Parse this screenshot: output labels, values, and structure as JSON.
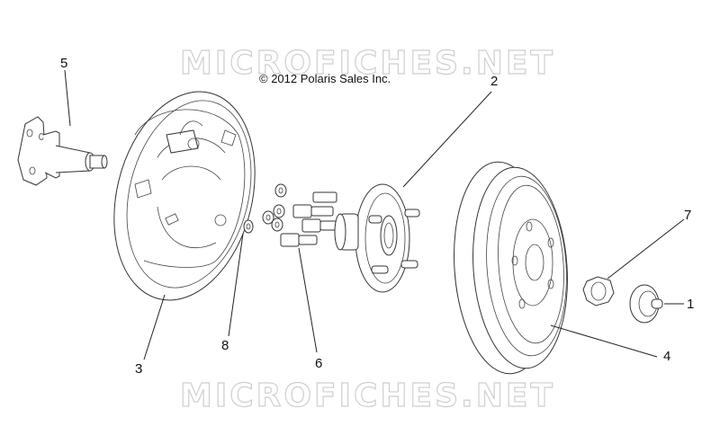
{
  "watermark": {
    "text": "MICROFICHES.NET"
  },
  "copyright": "© 2012 Polaris Sales Inc.",
  "callouts": {
    "c1": "1",
    "c2": "2",
    "c3": "3",
    "c4": "4",
    "c5": "5",
    "c6": "6",
    "c7": "7",
    "c8": "8"
  }
}
